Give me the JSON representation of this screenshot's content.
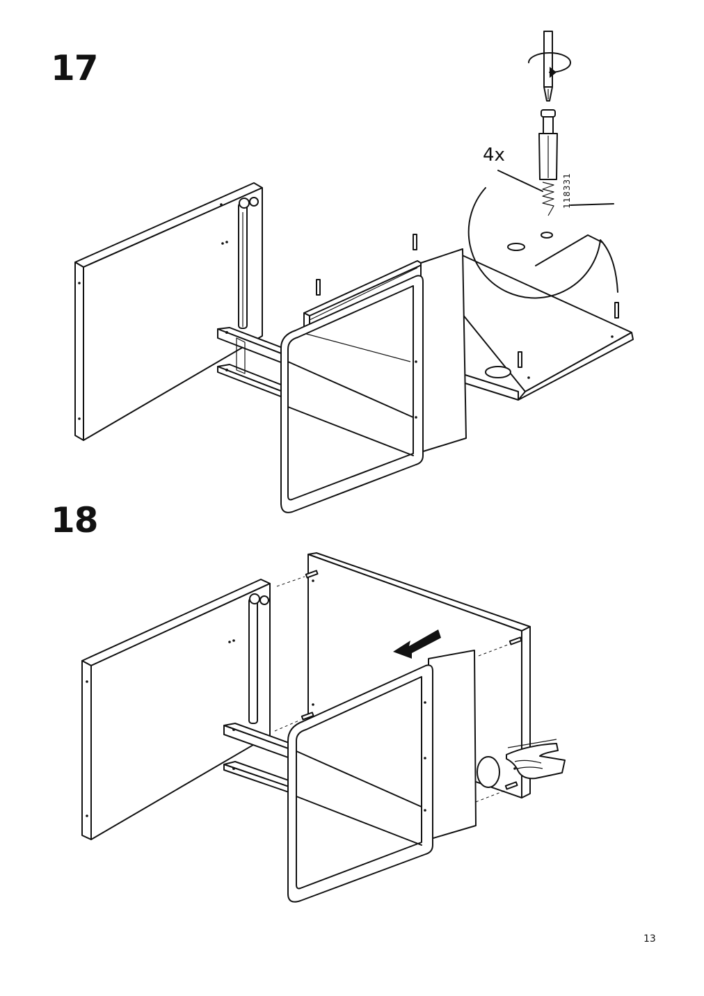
{
  "steps": [
    {
      "number": "17",
      "quantity": "4x",
      "part_number": "118331"
    },
    {
      "number": "18"
    }
  ],
  "page": {
    "number": "13"
  },
  "icons": [
    "screwdriver-icon",
    "rotate-clockwise-icon",
    "cam-dowel-icon",
    "push-hand-icon",
    "push-arrow-icon"
  ]
}
